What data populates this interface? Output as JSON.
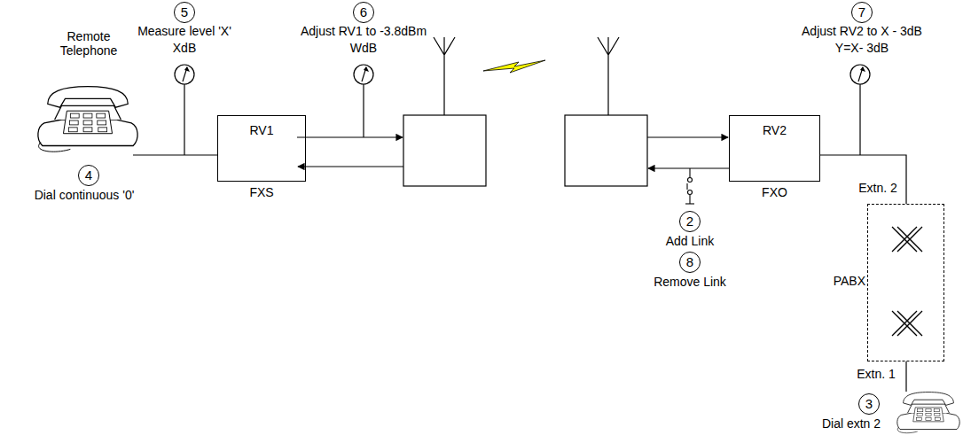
{
  "diagram": {
    "nodes": [
      {
        "text": [
          "RV1",
          "FXS"
        ]
      },
      {
        "text": [
          "RV2",
          "FXO"
        ]
      },
      {
        "text": [
          "PABX"
        ]
      }
    ],
    "edges": [
      {
        "from": 1,
        "to": 2,
        "arrow": "none"
      }
    ],
    "labels": [
      "Remote Telephone",
      "4",
      "Dial continuous '0'",
      "5",
      "Measure level 'X'",
      "XdB",
      "6",
      "Adjust RV1 to -3.8dBm",
      "WdB",
      "7",
      "Adjust RV2 to X - 3dB",
      "Y=X- 3dB",
      "2",
      "Add Link",
      "8",
      "Remove Link",
      "Extn. 2",
      "Extn. 1",
      "3",
      "Dial extn 2"
    ]
  }
}
